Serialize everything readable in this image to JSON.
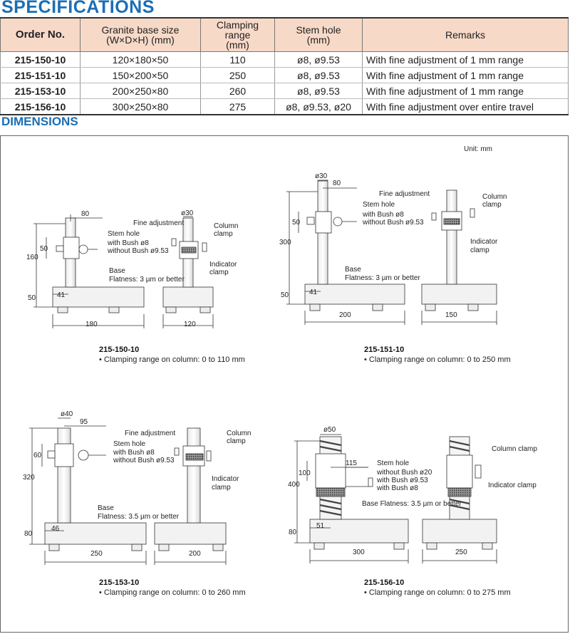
{
  "specs": {
    "title": "SPECIFICATIONS",
    "headers": [
      "Order No.",
      "Granite base size",
      "(W×D×H) (mm)",
      "Clamping range",
      "(mm)",
      "Stem hole",
      "(mm)",
      "Remarks"
    ],
    "rows": [
      [
        "215-150-10",
        "120×180×50",
        "110",
        "ø8, ø9.53",
        "With fine adjustment of 1 mm range"
      ],
      [
        "215-151-10",
        "150×200×50",
        "250",
        "ø8, ø9.53",
        "With fine adjustment of 1 mm range"
      ],
      [
        "215-153-10",
        "200×250×80",
        "260",
        "ø8, ø9.53",
        "With fine adjustment of 1 mm range"
      ],
      [
        "215-156-10",
        "300×250×80",
        "275",
        "ø8, ø9.53, ø20",
        "With fine adjustment over entire travel"
      ]
    ]
  },
  "dimensions": {
    "title": "DIMENSIONS",
    "unit": "Unit: mm",
    "labels": {
      "fine_adjustment": "Fine adjustment",
      "column_clamp_1": "Column",
      "column_clamp_2": "clamp",
      "column_clamp_full": "Column clamp",
      "indicator_clamp_1": "Indicator",
      "indicator_clamp_2": "clamp",
      "indicator_clamp_full": "Indicator clamp",
      "stem_hole": "Stem hole",
      "with_bush_8": "with Bush ø8",
      "without_bush_953": "without Bush ø9.53",
      "without_bush_20": "without Bush ø20",
      "with_bush_953": "with Bush ø9.53",
      "base": "Base",
      "flat_3": "Flatness: 3 µm or better",
      "flat_35": "Flatness: 3.5 µm or better",
      "base_flat_35": "Base Flatness: 3.5 µm or better"
    },
    "models": [
      {
        "order": "215-150-10",
        "note": "• Clamping range on column: 0 to 110 mm",
        "dims": [
          "80",
          "ø30",
          "50",
          "160",
          "50",
          "41",
          "180",
          "120"
        ]
      },
      {
        "order": "215-151-10",
        "note": "• Clamping range on column: 0 to 250 mm",
        "dims": [
          "ø30",
          "80",
          "50",
          "300",
          "50",
          "41",
          "200",
          "150"
        ]
      },
      {
        "order": "215-153-10",
        "note": "• Clamping range on column: 0 to 260 mm",
        "dims": [
          "ø40",
          "95",
          "60",
          "320",
          "80",
          "46",
          "250",
          "200"
        ]
      },
      {
        "order": "215-156-10",
        "note": "• Clamping range on column: 0 to 275 mm",
        "dims": [
          "ø50",
          "115",
          "100",
          "400",
          "80",
          "51",
          "300",
          "250"
        ]
      }
    ]
  }
}
